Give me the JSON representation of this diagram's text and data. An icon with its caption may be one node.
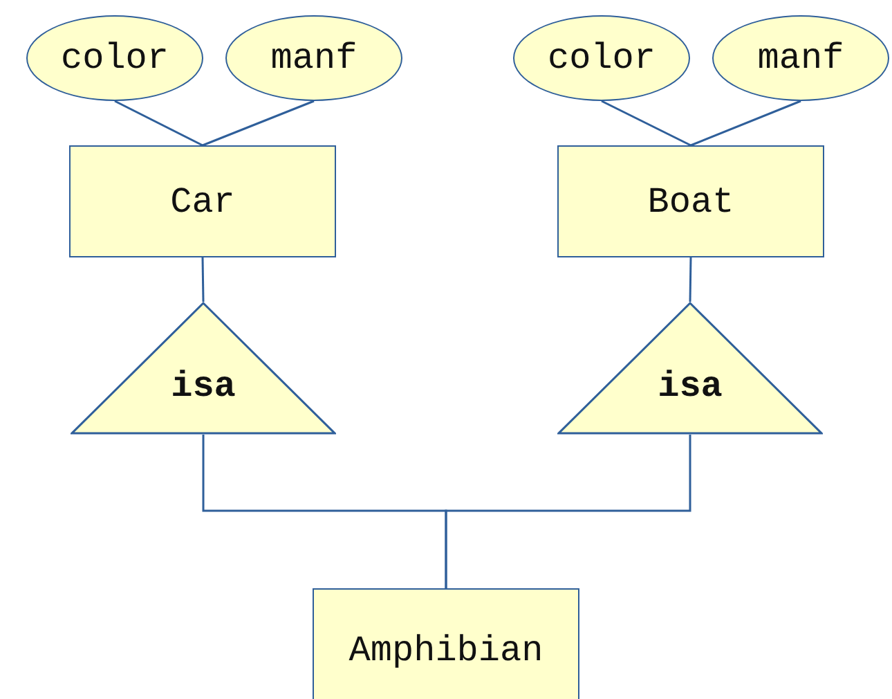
{
  "diagram": {
    "nodes": [
      {
        "text": [
          "color"
        ]
      },
      {
        "text": [
          "manf"
        ]
      },
      {
        "text": [
          "Car"
        ]
      },
      {
        "text": [
          "color"
        ]
      },
      {
        "text": [
          "manf"
        ]
      },
      {
        "text": [
          "Boat"
        ]
      },
      {
        "text": [
          "isa"
        ]
      },
      {
        "text": [
          "isa"
        ]
      },
      {
        "text": [
          "Amphibian"
        ]
      }
    ],
    "edges": [
      {
        "from": 0,
        "to": 2,
        "arrow": "none"
      },
      {
        "from": 1,
        "to": 2,
        "arrow": "none"
      },
      {
        "from": 3,
        "to": 5,
        "arrow": "none"
      },
      {
        "from": 4,
        "to": 5,
        "arrow": "none"
      },
      {
        "from": 2,
        "to": 6,
        "arrow": "none"
      },
      {
        "from": 5,
        "to": 7,
        "arrow": "none"
      },
      {
        "from": 6,
        "to": 8,
        "arrow": "none"
      },
      {
        "from": 7,
        "to": 8,
        "arrow": "none"
      }
    ]
  }
}
